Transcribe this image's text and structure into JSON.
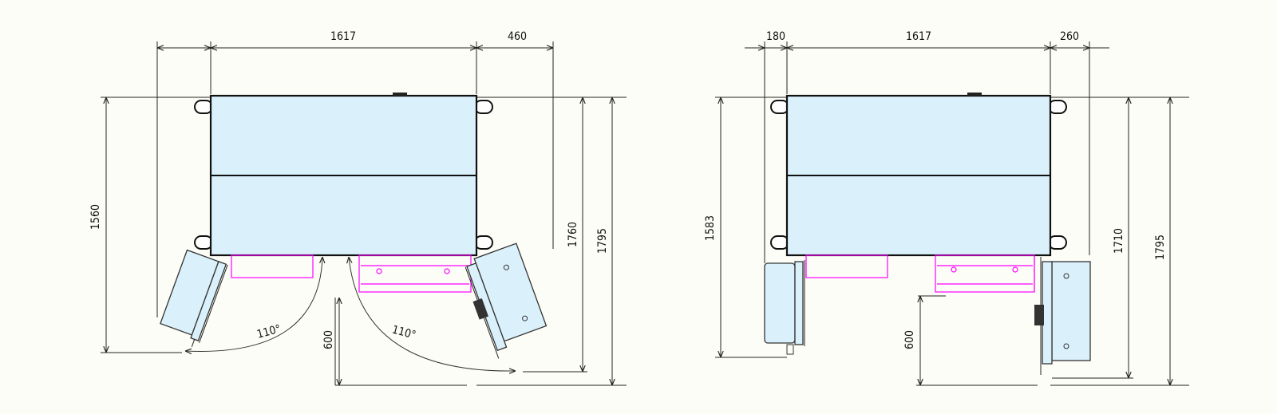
{
  "left_view": {
    "dims": {
      "width": "1617",
      "right_offset": "460",
      "height_left": "1560",
      "height_mid": "1760",
      "height_right": "1795",
      "door_clearance": "600"
    },
    "angles": {
      "door_left": "110°",
      "door_right": "110°"
    }
  },
  "right_view": {
    "dims": {
      "left_offset": "180",
      "width": "1617",
      "right_offset": "260",
      "height_left": "1583",
      "height_mid": "1710",
      "height_right": "1795",
      "door_clearance": "600"
    }
  },
  "colors": {
    "body_fill": "#daf0fb",
    "door_outline": "#ff00ff",
    "line": "#111111"
  }
}
